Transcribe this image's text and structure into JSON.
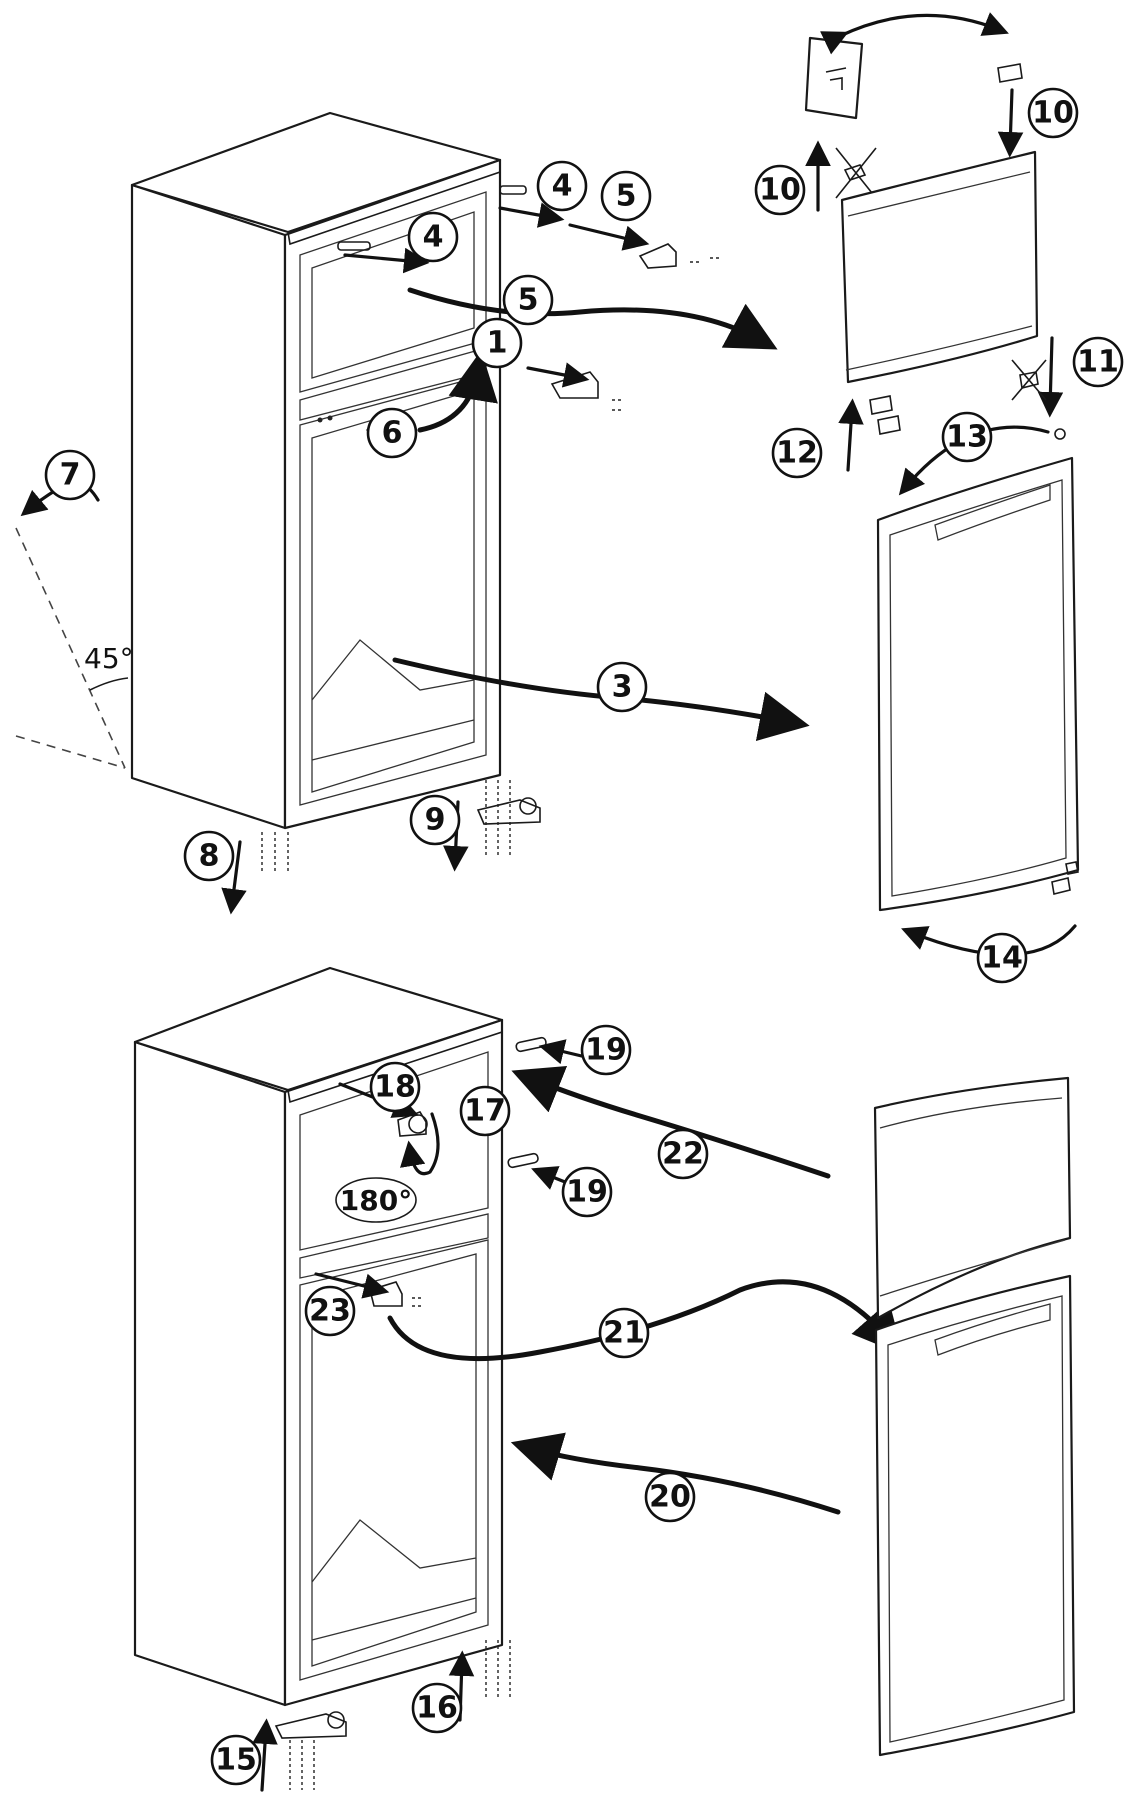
{
  "steps": {
    "s1": "1",
    "s3": "3",
    "s4a": "4",
    "s4b": "4",
    "s5a": "5",
    "s5b": "5",
    "s6": "6",
    "s7": "7",
    "s8": "8",
    "s9": "9",
    "s10a": "10",
    "s10b": "10",
    "s11": "11",
    "s12": "12",
    "s13": "13",
    "s14": "14",
    "s15": "15",
    "s16": "16",
    "s17": "17",
    "s18": "18",
    "s19a": "19",
    "s19b": "19",
    "s20": "20",
    "s21": "21",
    "s22": "22",
    "s23": "23"
  },
  "angles": {
    "tilt": "45°",
    "rotate": "180°"
  }
}
